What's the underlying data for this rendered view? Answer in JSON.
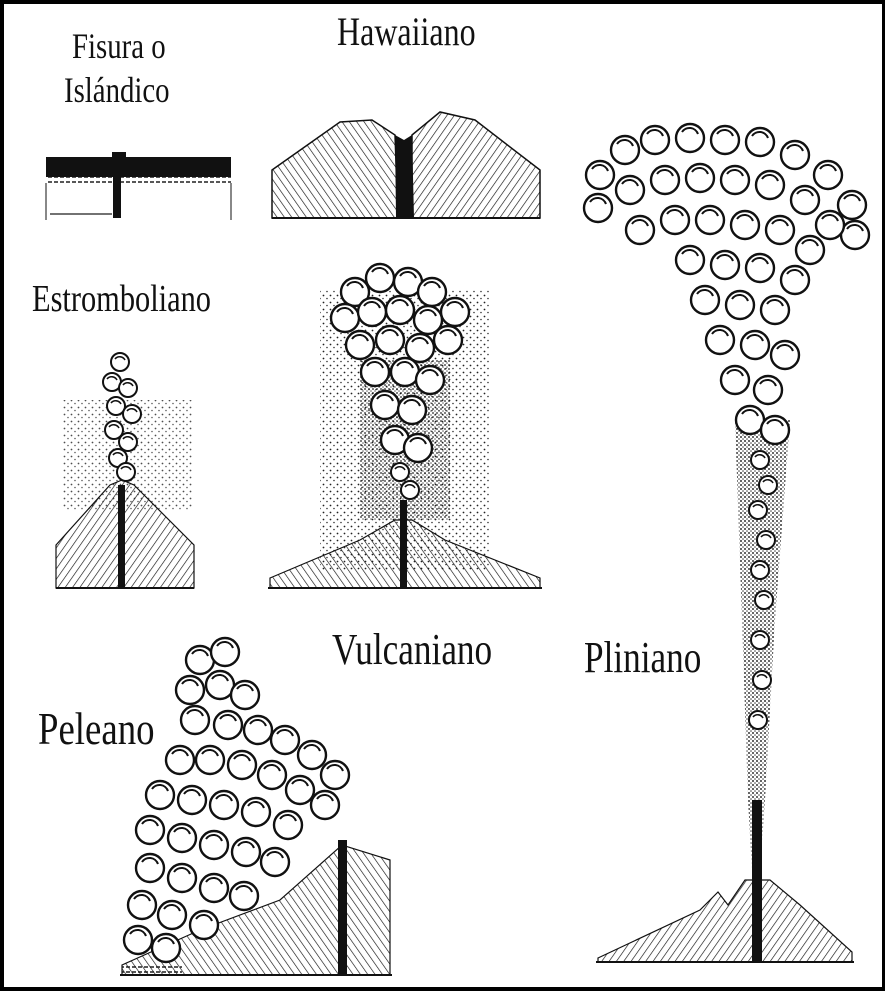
{
  "labels": {
    "fisura_line1": "Fisura o",
    "fisura_line2": "Islándico",
    "hawaiiano": "Hawaiiano",
    "estromboliano": "Estromboliano",
    "vulcaniano": "Vulcaniano",
    "pliniano": "Pliniano",
    "peleano": "Peleano"
  },
  "colors": {
    "ink": "#111111",
    "background": "#ffffff",
    "frame": "#000000"
  }
}
